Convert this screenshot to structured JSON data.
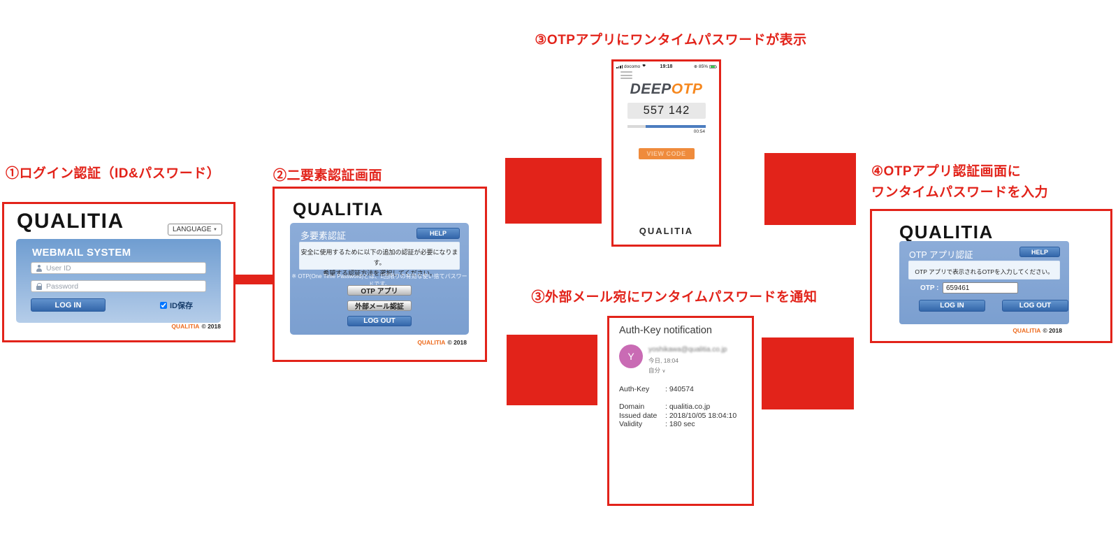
{
  "step1": {
    "title": "①ログイン認証（ID&パスワード）"
  },
  "step2": {
    "title": "②二要素認証画面"
  },
  "step3_app": {
    "title": "③OTPアプリにワンタイムパスワードが表示"
  },
  "step3_mail": {
    "title": "③外部メール宛にワンタイムパスワードを通知"
  },
  "step4": {
    "title_line1": "④OTPアプリ認証画面に",
    "title_line2": "ワンタイムパスワードを入力"
  },
  "login": {
    "logo": "QUALITIA",
    "language_label": "LANGUAGE",
    "caret": "▼",
    "heading": "WEBMAIL SYSTEM",
    "user_id_placeholder": "User ID",
    "password_placeholder": "Password",
    "login_button": "LOG IN",
    "remember_label": "ID保存",
    "remember_checked": "checked",
    "footer_brand": "QUALITIA",
    "footer_copyright": "© 2018"
  },
  "mfa": {
    "logo": "QUALITIA",
    "title": "多要素認証",
    "help_button": "HELP",
    "message_line1": "安全に使用するために以下の追加の認証が必要になります。",
    "message_line2": "希望する認証方法を選択してください。",
    "note": "※ OTP(One Time Password)とは、1回限りの有効な使い捨てパスワードです。",
    "otp_app_button": "OTP アプリ",
    "external_mail_button": "外部メール認証",
    "logout_button": "LOG OUT",
    "footer_brand": "QUALITIA",
    "footer_copyright": "© 2018"
  },
  "otp_app": {
    "carrier": "docomo",
    "time": "19:18",
    "lock_glyph": "⊕",
    "battery": "85%",
    "brand_deep": "DEEP",
    "brand_otp": "OTP",
    "code": "557 142",
    "timer": "00:54",
    "view_code_button": "VIEW CODE",
    "footer_brand": "QUALITIA"
  },
  "email": {
    "subject": "Auth-Key notification",
    "avatar_letter": "Y",
    "sender": "yoshikawa@qualitia.co.jp",
    "sent_time": "今日, 18:04",
    "recipient": "自分",
    "recipient_caret": "∨",
    "auth_key": {
      "label": "Auth-Key",
      "value": ": 940574"
    },
    "details": [
      {
        "label": "Domain",
        "value": ": qualitia.co.jp"
      },
      {
        "label": "Issued date",
        "value": ": 2018/10/05 18:04:10"
      },
      {
        "label": "Validity",
        "value": ": 180 sec"
      }
    ]
  },
  "otp_auth": {
    "logo": "QUALITIA",
    "title": "OTP アプリ認証",
    "help_button": "HELP",
    "message": "OTP アプリで表示されるOTPを入力してください。",
    "otp_label": "OTP :",
    "otp_value": "659461",
    "login_button": "LOG IN",
    "logout_button": "LOG OUT",
    "footer_brand": "QUALITIA",
    "footer_copyright": "© 2018"
  },
  "colors": {
    "accent_red": "#e2231a",
    "panel_blue_top": "#6f9dd1",
    "panel_blue_bottom": "#b5cde9",
    "button_blue": "#3366aa",
    "brand_orange": "#ed6a1c",
    "otp_orange": "#f6881f",
    "avatar_pink": "#c96bb4"
  }
}
